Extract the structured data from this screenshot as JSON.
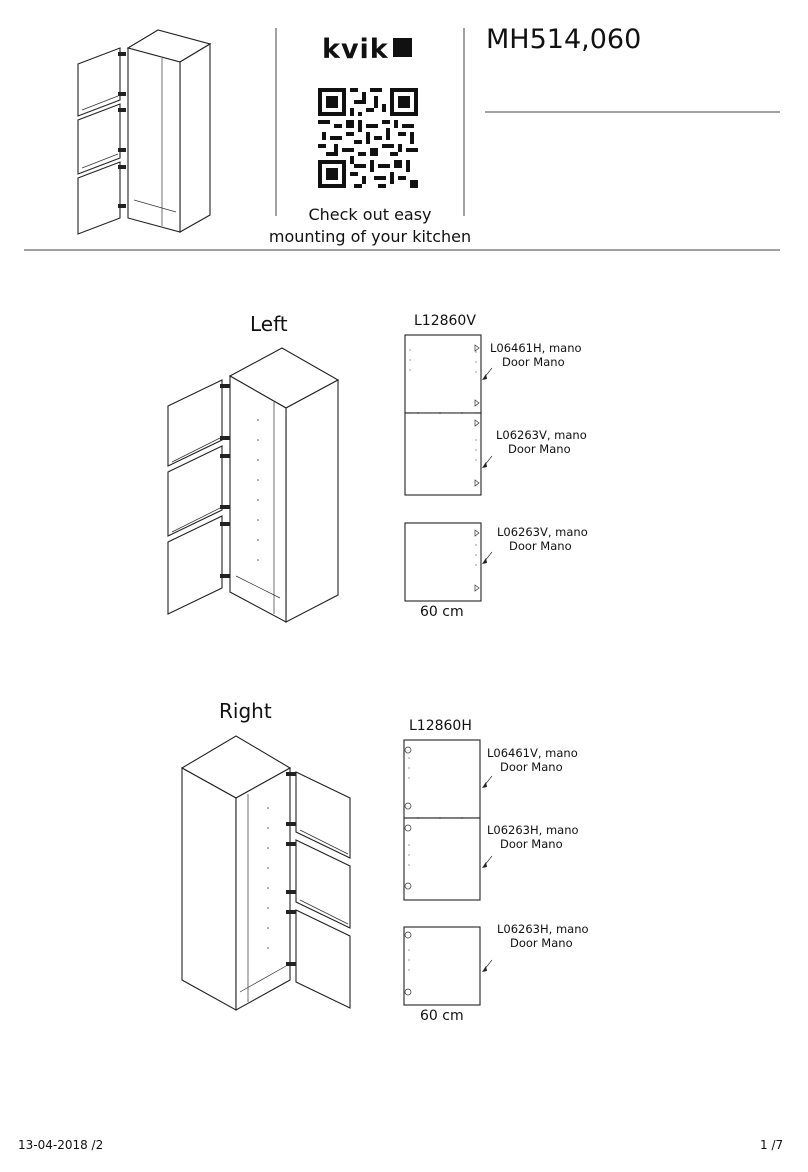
{
  "header": {
    "brand": "kvik",
    "model_code": "MH514,060",
    "qr_caption_line1": "Check out easy",
    "qr_caption_line2": "mounting of your kitchen",
    "qr_icon": "qr-code-icon"
  },
  "left_section": {
    "title": "Left",
    "assembly_code": "L12860V",
    "labels": [
      {
        "code": "L06461H, mano",
        "sub": "Door Mano"
      },
      {
        "code": "L06263V, mano",
        "sub": "Door Mano"
      },
      {
        "code": "L06263V, mano",
        "sub": "Door Mano"
      }
    ],
    "width_label": "60 cm"
  },
  "right_section": {
    "title": "Right",
    "assembly_code": "L12860H",
    "labels": [
      {
        "code": "L06461V, mano",
        "sub": "Door Mano"
      },
      {
        "code": "L06263H, mano",
        "sub": "Door Mano"
      },
      {
        "code": "L06263H, mano",
        "sub": "Door Mano"
      }
    ],
    "width_label": "60 cm"
  },
  "footer": {
    "date_ref": "13-04-2018 /2",
    "page": "1 /7"
  }
}
